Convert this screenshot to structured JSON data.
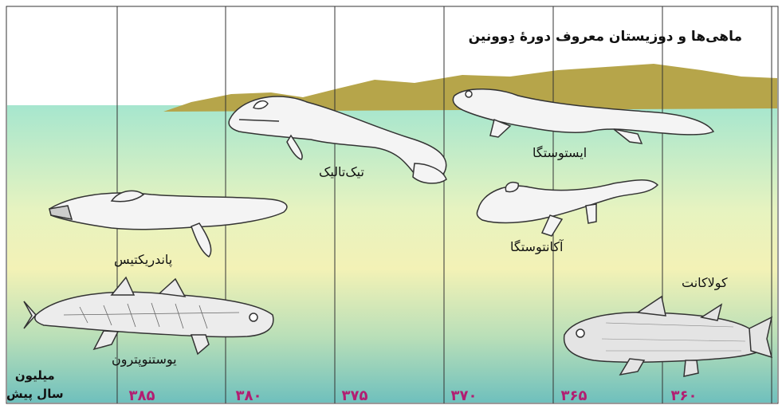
{
  "title": "ماهی‌ها و دوزیستان معروف دورهٔ دِوونین",
  "time_unit": {
    "line1": "میلیون",
    "line2": "سال پیش"
  },
  "ticks": [
    "۳۸۵",
    "۳۸۰",
    "۳۷۵",
    "۳۷۰",
    "۳۶۵",
    "۳۶۰"
  ],
  "animals": {
    "tiktaalik": "تیک‌تالیک",
    "ichthyostega": "ایستوستگا",
    "acanthostega": "آکانتوستگا",
    "panderichthys": "پاندریکتیس",
    "eusthenopteron": "یوستنوپترون",
    "coelacanth": "کولاکانت"
  },
  "colors": {
    "tick_text": "#b21e72",
    "land": "#b6a54a",
    "water_top": "#a8e6cf",
    "water_mid": "#f2f2b4",
    "water_bottom": "#79c4c0"
  }
}
